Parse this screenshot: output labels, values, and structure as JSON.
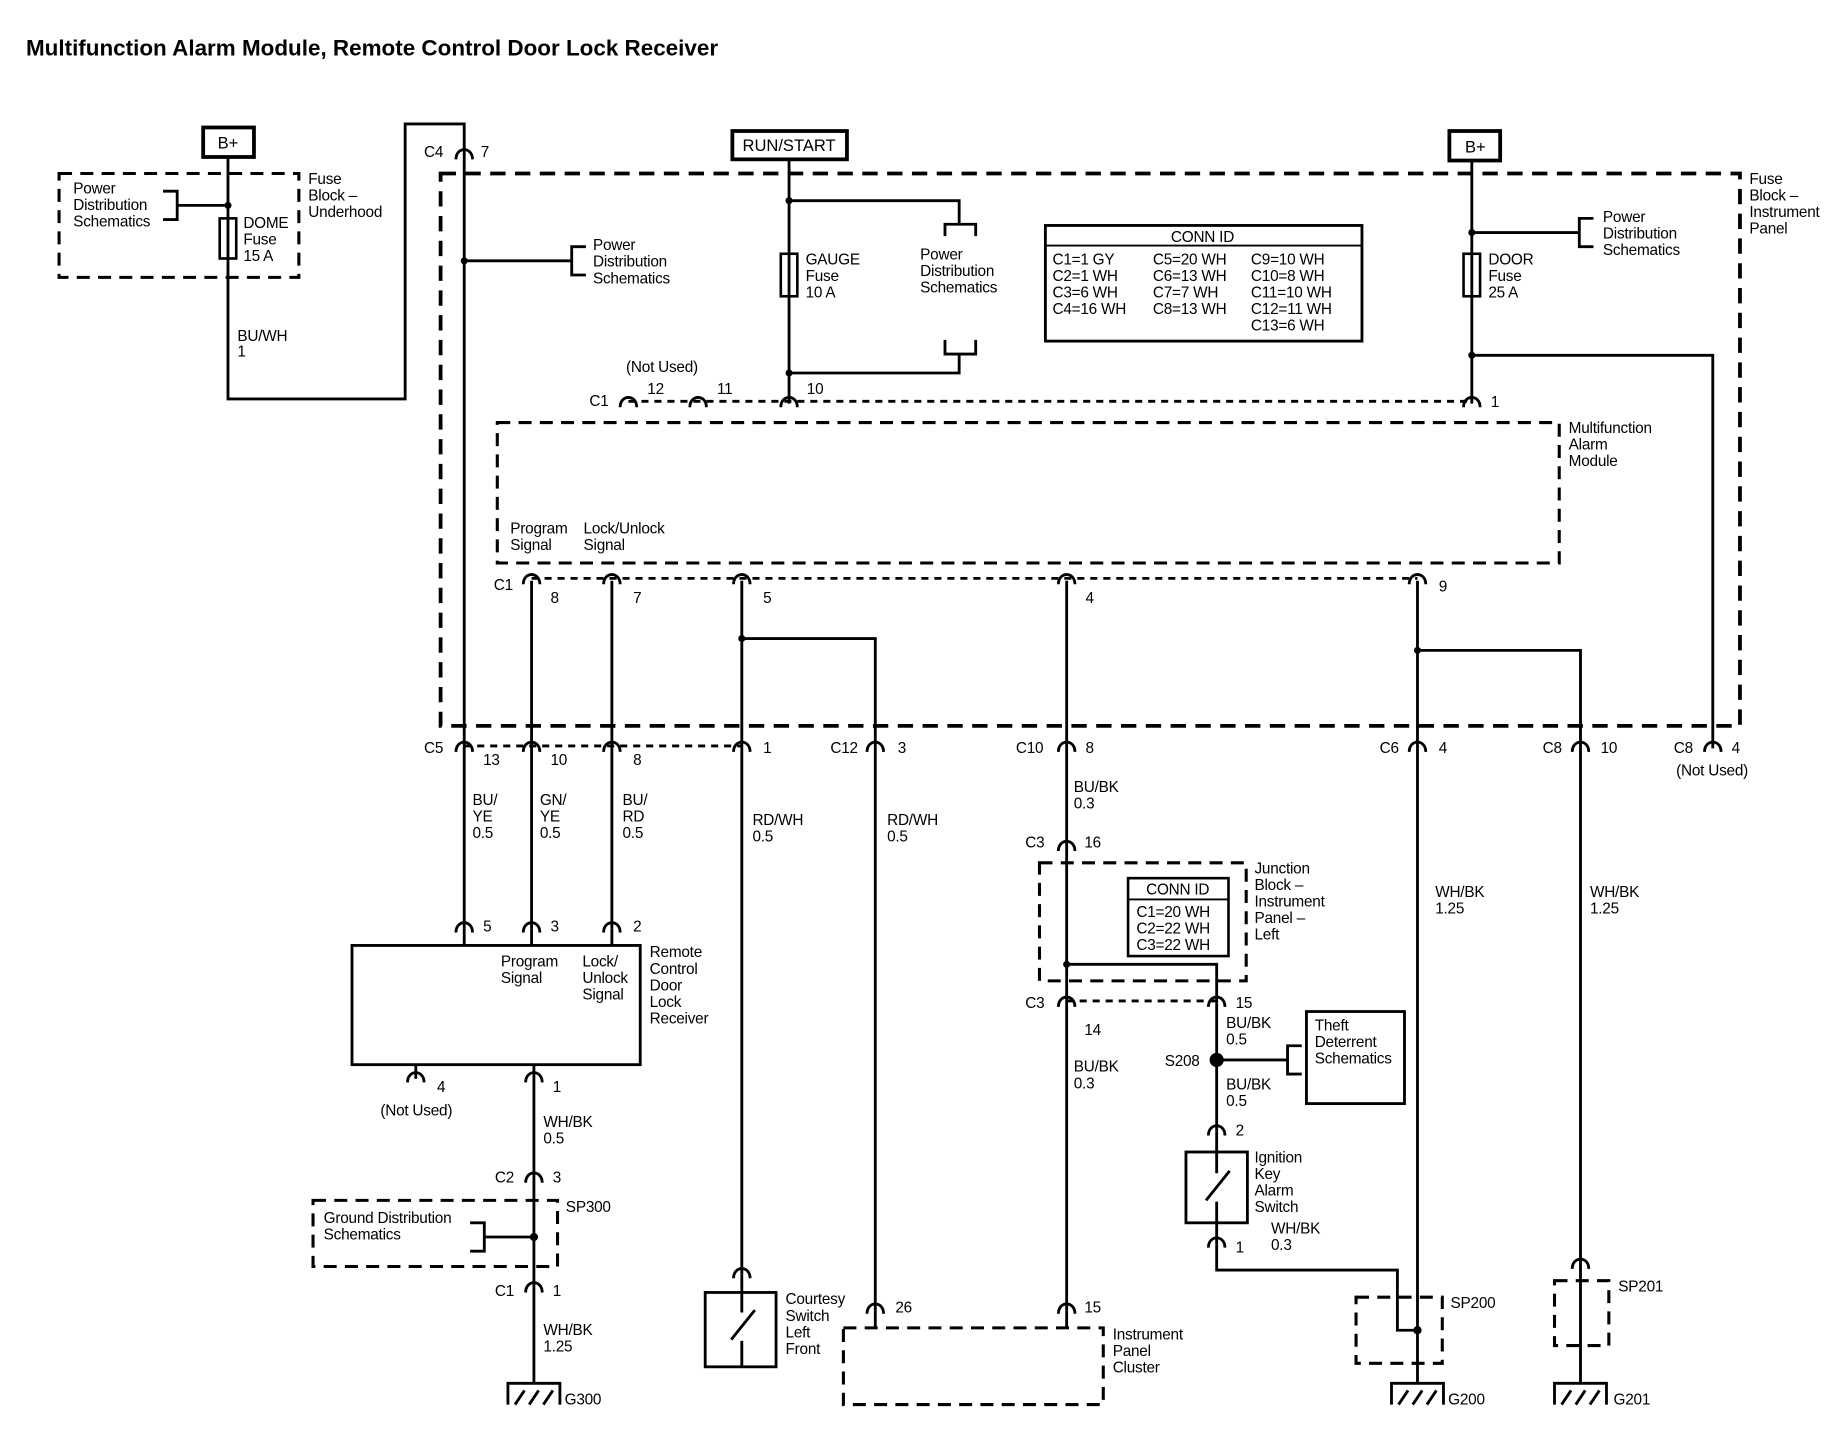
{
  "title": "Multifunction Alarm Module, Remote Control Door Lock Receiver",
  "sources": {
    "b_plus_left": "B+",
    "run_start": "RUN/START",
    "b_plus_right": "B+"
  },
  "fuse_block_underhood": {
    "name": [
      "Fuse",
      "Block –",
      "Underhood"
    ],
    "power_distribution": [
      "Power",
      "Distribution",
      "Schematics"
    ],
    "dome_fuse": [
      "DOME",
      "Fuse",
      "15 A"
    ]
  },
  "fuse_block_ip": {
    "name": [
      "Fuse",
      "Block –",
      "Instrument",
      "Panel"
    ],
    "power_distribution_left": [
      "Power",
      "Distribution",
      "Schematics"
    ],
    "power_distribution_mid": [
      "Power",
      "Distribution",
      "Schematics"
    ],
    "power_distribution_right": [
      "Power",
      "Distribution",
      "Schematics"
    ],
    "gauge_fuse": [
      "GAUGE",
      "Fuse",
      "10 A"
    ],
    "door_fuse": [
      "DOOR",
      "Fuse",
      "25 A"
    ],
    "conn_id": {
      "header": "CONN ID",
      "col1": [
        "C1=1 GY",
        "C2=1 WH",
        "C3=6 WH",
        "C4=16 WH"
      ],
      "col2": [
        "C5=20 WH",
        "C6=13 WH",
        "C7=7 WH",
        "C8=13 WH"
      ],
      "col3": [
        "C9=10 WH",
        "C10=8 WH",
        "C11=10 WH",
        "C12=11 WH",
        "C13=6 WH"
      ]
    }
  },
  "wires": {
    "underhood_out": [
      "BU/WH",
      "1"
    ],
    "c5_13": [
      "BU/",
      "YE",
      "0.5"
    ],
    "c5_10": [
      "GN/",
      "YE",
      "0.5"
    ],
    "c5_8": [
      "BU/",
      "RD",
      "0.5"
    ],
    "c5_1": [
      "RD/WH",
      "0.5"
    ],
    "c12_3": [
      "RD/WH",
      "0.5"
    ],
    "c10_8": [
      "BU/BK",
      "0.3"
    ],
    "c6_4": [
      "WH/BK",
      "1.25"
    ],
    "c8_10": [
      "WH/BK",
      "1.25"
    ],
    "c3_14": [
      "BU/BK",
      "0.3"
    ],
    "c3_15": [
      "BU/BK",
      "0.5"
    ],
    "s208_out": [
      "BU/BK",
      "0.5"
    ],
    "switch_out": [
      "WH/BK",
      "0.3"
    ],
    "receiver_ground": [
      "WH/BK",
      "0.5"
    ],
    "g300": [
      "WH/BK",
      "1.25"
    ]
  },
  "connectors": {
    "c4": "C4",
    "c4_pin": "7",
    "c1_top": "C1",
    "c1_top_pins": [
      "12",
      "11",
      "10",
      "1"
    ],
    "not_used_top": "(Not Used)",
    "c1_bottom": "C1",
    "c1_bottom_pins": [
      "8",
      "7",
      "5",
      "4",
      "9"
    ],
    "c5": "C5",
    "c5_pins": [
      "13",
      "10",
      "8",
      "1"
    ],
    "c12": "C12",
    "c12_pin": "3",
    "c10": "C10",
    "c10_pin": "8",
    "c6": "C6",
    "c6_pin": "4",
    "c8a": "C8",
    "c8a_pin": "10",
    "c8b": "C8",
    "c8b_pin": "4",
    "c8b_note": "(Not Used)",
    "c3_top": "C3",
    "c3_top_pin": "16",
    "c3_bottom": "C3",
    "c3_bottom_pins": [
      "14",
      "15"
    ],
    "receiver_pins_top": [
      "5",
      "3",
      "2"
    ],
    "receiver_pins_bottom": [
      "4",
      "1"
    ],
    "receiver_not_used": "(Not Used)",
    "c2": "C2",
    "c2_pin": "3",
    "c1_ground": "C1",
    "c1_ground_pin": "1",
    "switch_pins": [
      "2",
      "1"
    ],
    "cluster_pins": [
      "26",
      "15"
    ]
  },
  "modules": {
    "alarm_module": {
      "name": [
        "Multifunction",
        "Alarm",
        "Module"
      ],
      "program": [
        "Program",
        "Signal"
      ],
      "lock_unlock": [
        "Lock/Unlock",
        "Signal"
      ]
    },
    "receiver": {
      "name": [
        "Remote",
        "Control",
        "Door",
        "Lock",
        "Receiver"
      ],
      "program": [
        "Program",
        "Signal"
      ],
      "lock_unlock": [
        "Lock/",
        "Unlock",
        "Signal"
      ]
    },
    "junction_block": {
      "name": [
        "Junction",
        "Block –",
        "Instrument",
        "Panel –",
        "Left"
      ],
      "conn_id": {
        "header": "CONN ID",
        "rows": [
          "C1=20 WH",
          "C2=22 WH",
          "C3=22 WH"
        ]
      }
    },
    "theft_deterrent": [
      "Theft",
      "Deterrent",
      "Schematics"
    ],
    "ignition_switch": [
      "Ignition",
      "Key",
      "Alarm",
      "Switch"
    ],
    "courtesy_switch": [
      "Courtesy",
      "Switch",
      "Left",
      "Front"
    ],
    "cluster": [
      "Instrument",
      "Panel",
      "Cluster"
    ],
    "ground_distribution": [
      "Ground Distribution",
      "Schematics"
    ]
  },
  "splices": {
    "s208": "S208",
    "sp300": "SP300",
    "sp200": "SP200",
    "sp201": "SP201"
  },
  "grounds": {
    "g300": "G300",
    "g200": "G200",
    "g201": "G201"
  }
}
